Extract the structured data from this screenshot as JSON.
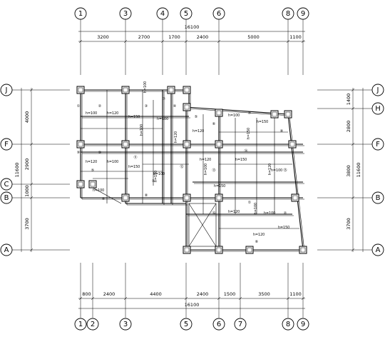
{
  "axes": {
    "top": [
      "1",
      "3",
      "4",
      "5",
      "6",
      "8",
      "9"
    ],
    "bottom": [
      "1",
      "2",
      "3",
      "5",
      "6",
      "7",
      "8",
      "9"
    ],
    "left": [
      "J",
      "F",
      "C",
      "B",
      "A"
    ],
    "right": [
      "J",
      "H",
      "F",
      "B",
      "A"
    ]
  },
  "dimensions": {
    "top_segments": [
      "3200",
      "2700",
      "1700",
      "2400",
      "5000",
      "1100"
    ],
    "top_total": "16100",
    "bottom_segments": [
      "800",
      "2400",
      "4400",
      "2400",
      "1500",
      "3500",
      "1100"
    ],
    "bottom_total": "16100",
    "left_segments": [
      "4000",
      "2900",
      "1000",
      "3700"
    ],
    "left_total": "11600",
    "right_segments": [
      "1400",
      "2800",
      "3800",
      "3700"
    ],
    "right_total": "11600"
  },
  "slab_labels": [
    "h=100",
    "h=120",
    "h=150",
    "h=100",
    "h=120",
    "h=100",
    "h=150",
    "h=120",
    "h=100",
    "h=150"
  ],
  "member_tags": [
    "①",
    "②",
    "③",
    "④",
    "⑤",
    "⑥",
    "⑦",
    "⑧",
    "⑨",
    "⑩",
    "⑪",
    "⑫",
    "⑬",
    "⑭",
    "⑮",
    "⑯"
  ]
}
